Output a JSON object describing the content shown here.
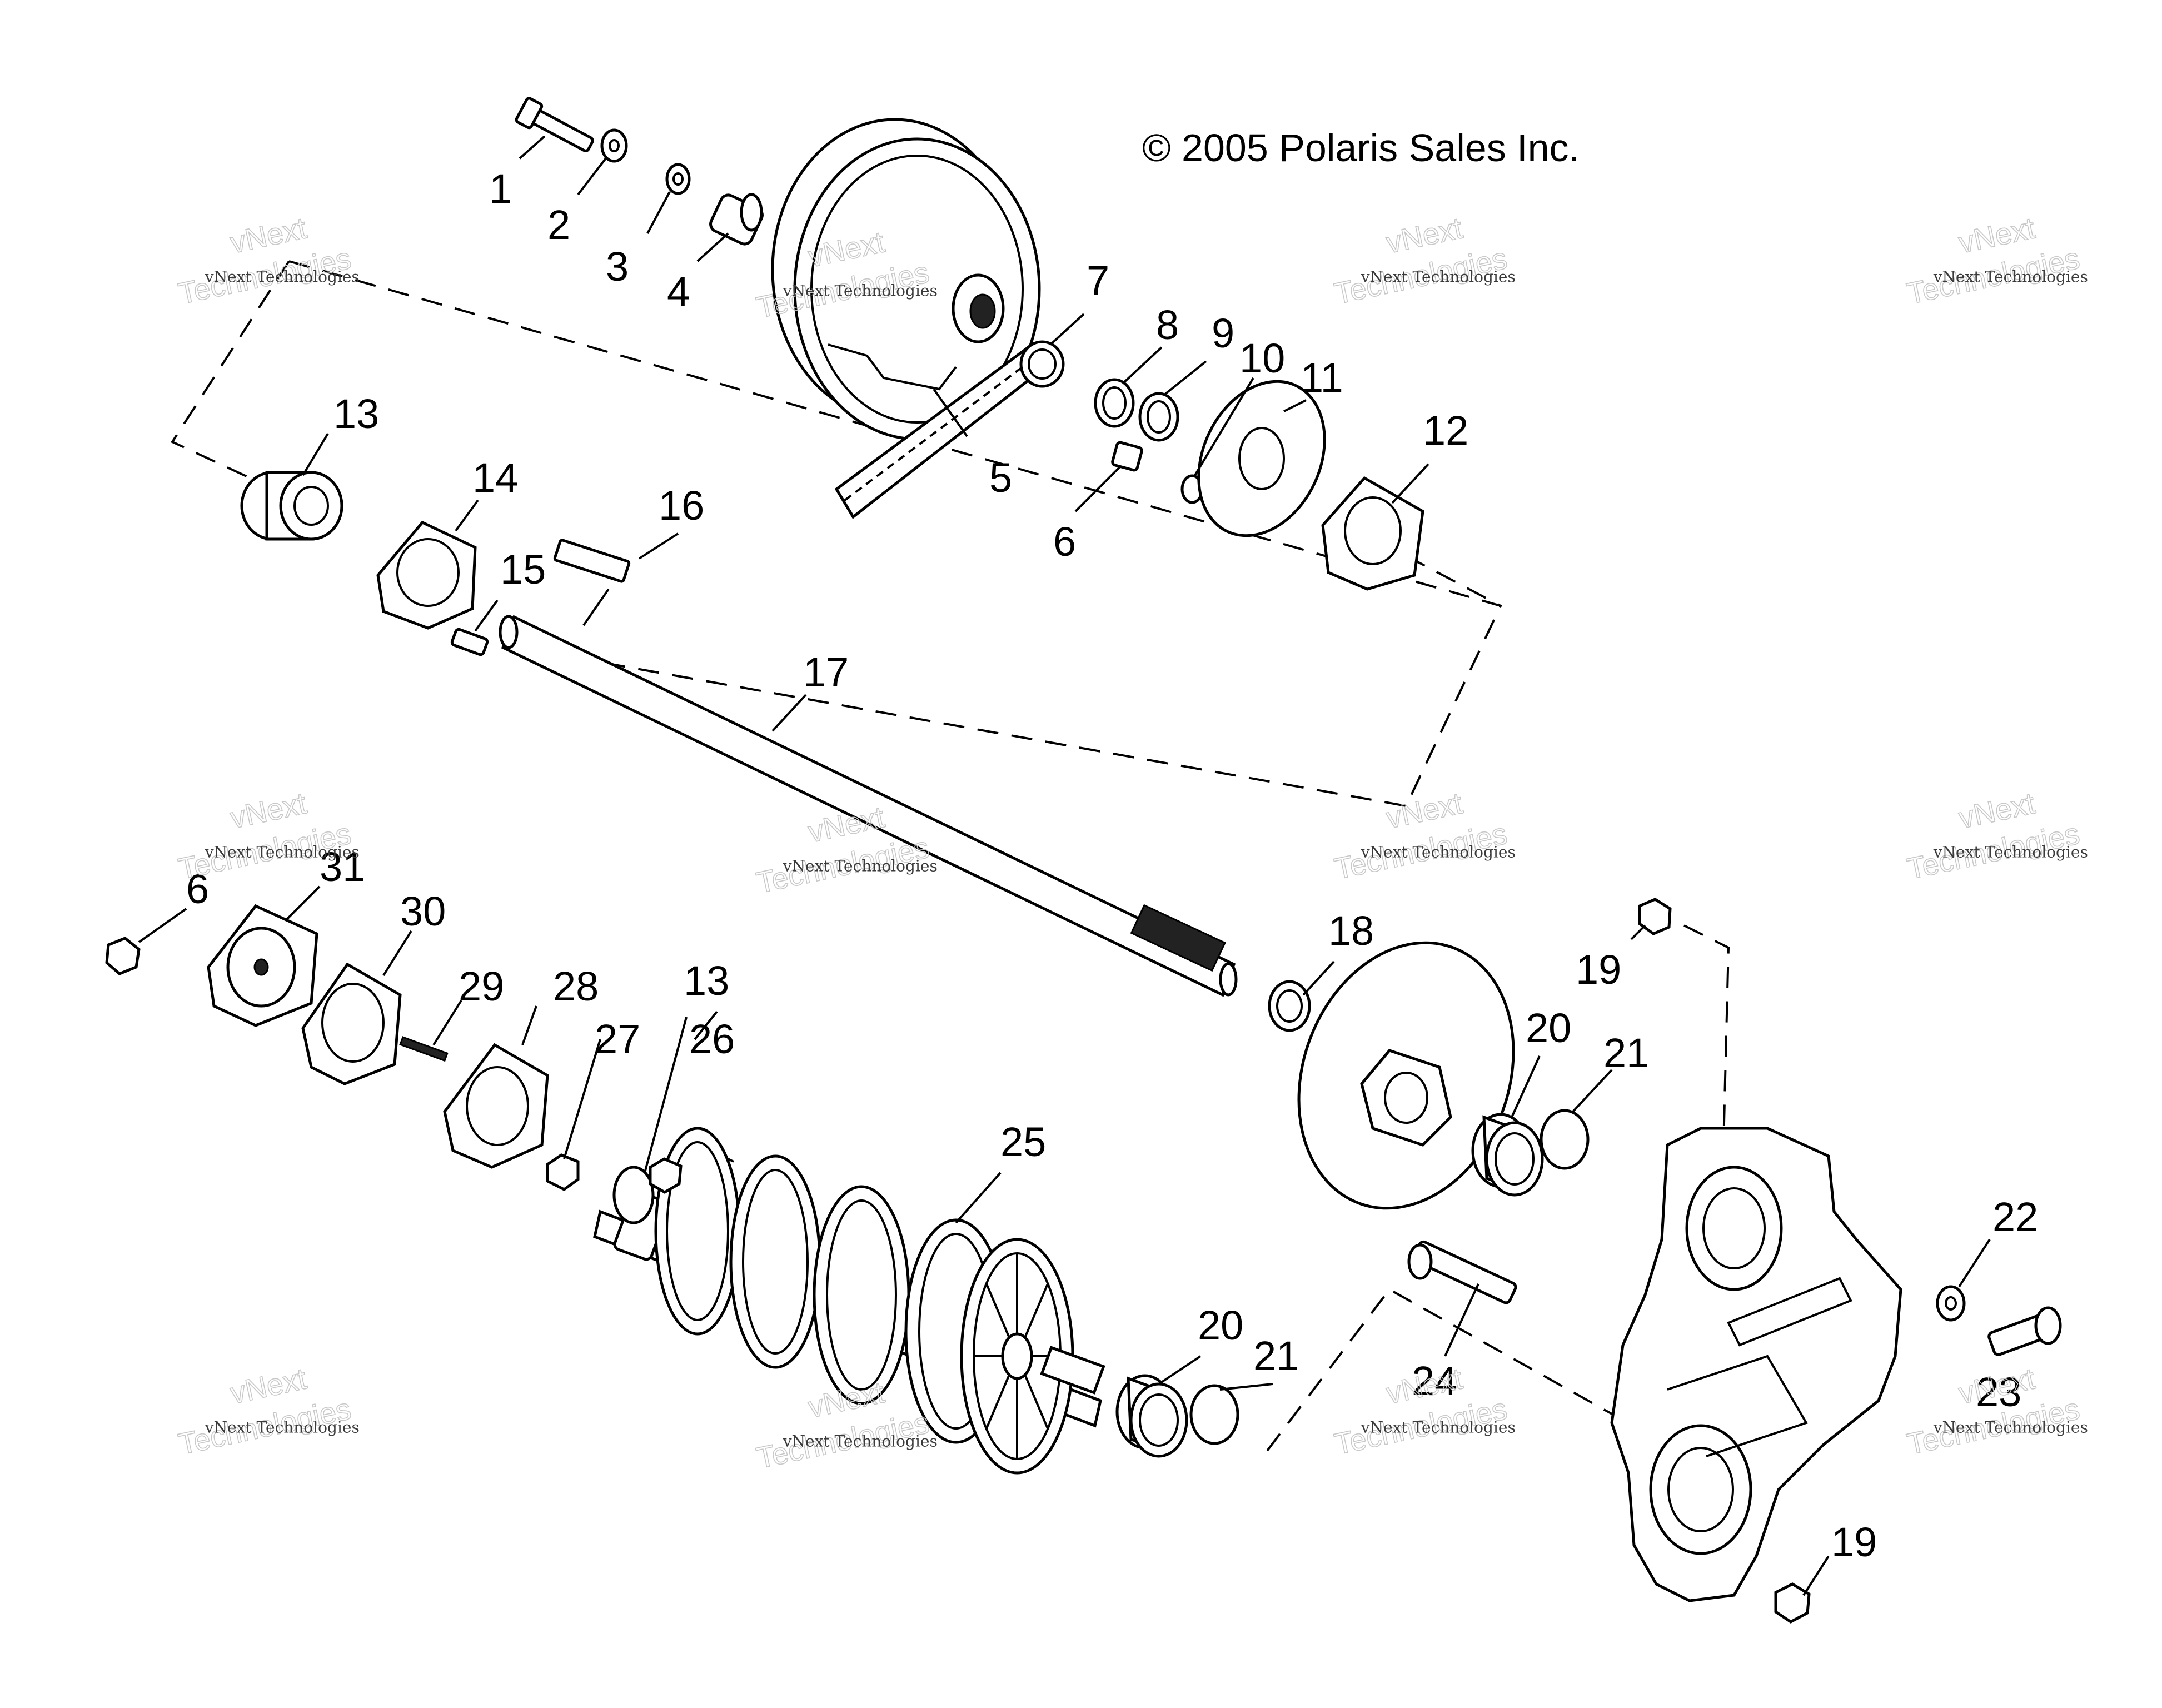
{
  "copyright": "© 2005 Polaris Sales Inc.",
  "watermark": {
    "small_text": "vNext Technologies",
    "large_line1": "vNext",
    "large_line2": "Technologies"
  },
  "callouts": {
    "c1": "1",
    "c2": "2",
    "c3": "3",
    "c4": "4",
    "c5": "5",
    "c6a": "6",
    "c6b": "6",
    "c7": "7",
    "c8": "8",
    "c9": "9",
    "c10": "10",
    "c11": "11",
    "c12": "12",
    "c13a": "13",
    "c13b": "13",
    "c14": "14",
    "c15": "15",
    "c16": "16",
    "c17": "17",
    "c18": "18",
    "c19a": "19",
    "c19b": "19",
    "c20a": "20",
    "c20b": "20",
    "c21a": "21",
    "c21b": "21",
    "c22": "22",
    "c23": "23",
    "c24": "24",
    "c25": "25",
    "c26": "26",
    "c27": "27",
    "c28": "28",
    "c29": "29",
    "c30": "30",
    "c31": "31"
  }
}
